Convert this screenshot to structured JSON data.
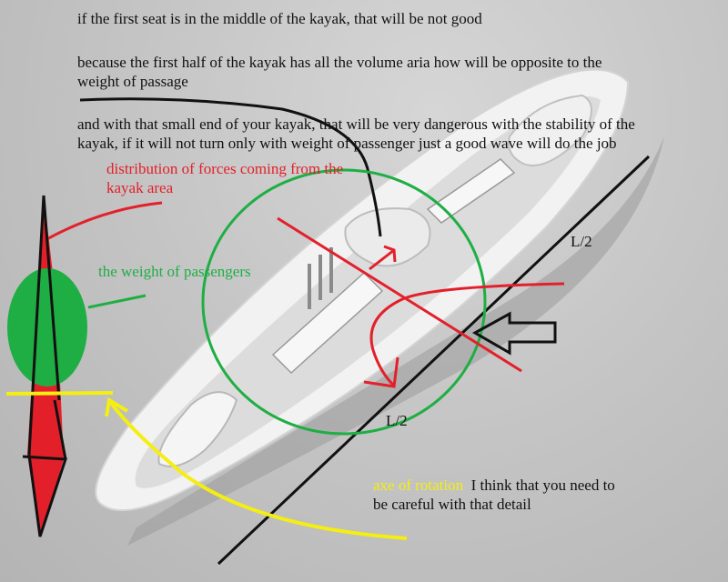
{
  "notes": {
    "line1": "if the first seat is in the middle of the kayak, that will be not good",
    "line2a": "because the first half of the kayak has all the volume aria how will be opposite to  the",
    "line2b": "weight of passage",
    "line3a": "and with that small end of your kayak, that will be very dangerous with the stability of the",
    "line3b": "kayak, if it will not turn only with weight of passenger just a good wave will do the job"
  },
  "annotations": {
    "forces_a": "distribution of forces coming from the",
    "forces_b": "kayak area",
    "weight": "the weight of passengers",
    "axis_label": "axe of rotation",
    "axis_comment_a": "I think that you need to",
    "axis_comment_b": "be careful with that detail",
    "half_length_top": "L/2",
    "half_length_bottom": "L/2"
  },
  "colors": {
    "force_red": "#e3202a",
    "weight_green": "#1fae44",
    "axis_yellow": "#f4ee12",
    "text_black": "#111111",
    "background_gray": "#c4c4c4",
    "kayak_white": "#f2f2f2"
  }
}
